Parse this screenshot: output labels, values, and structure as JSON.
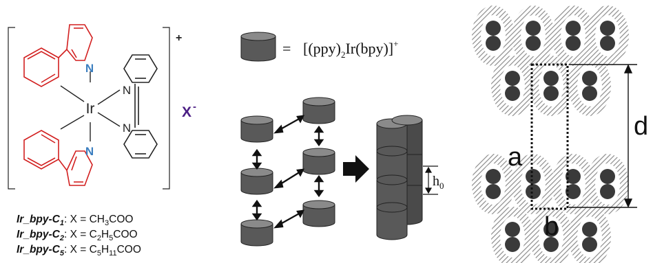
{
  "structure": {
    "ir_label": "Ir",
    "n_label": "N",
    "charge": "+",
    "counterion": "X",
    "counterion_sup": "-"
  },
  "legend": {
    "equals": "=",
    "formula_a": "[(ppy)",
    "sub_2": "2",
    "formula_b": "Ir(bpy)]",
    "formula_sup": "+"
  },
  "compounds": [
    {
      "name": "Ir_bpy-C",
      "sub": "1",
      "eq": ": X = CH",
      "sub2": "3",
      "tail": "COO",
      "sub3": "",
      "tail2": ""
    },
    {
      "name": "Ir_bpy-C",
      "sub": "2",
      "eq": ": X = C",
      "sub2": "2",
      "tail": "H",
      "sub3": "5",
      "tail2": "COO"
    },
    {
      "name": "Ir_bpy-C",
      "sub": "5",
      "eq": ": X = C",
      "sub2": "5",
      "tail": "H",
      "sub3": "11",
      "tail2": "COO"
    }
  ],
  "stack": {
    "h_label": "h",
    "h_sub": "0"
  },
  "lattice": {
    "a_label": "a",
    "b_label": "b",
    "d_label": "d"
  },
  "colors": {
    "red_ring": "#d21f1f",
    "ir_center": "#3c7fc0",
    "counterion": "#4b1e84",
    "cylinder_body": "#595959",
    "cylinder_top": "#8a8a8a",
    "hatch": "#8c8c8c",
    "dot": "#3a3a3a"
  }
}
